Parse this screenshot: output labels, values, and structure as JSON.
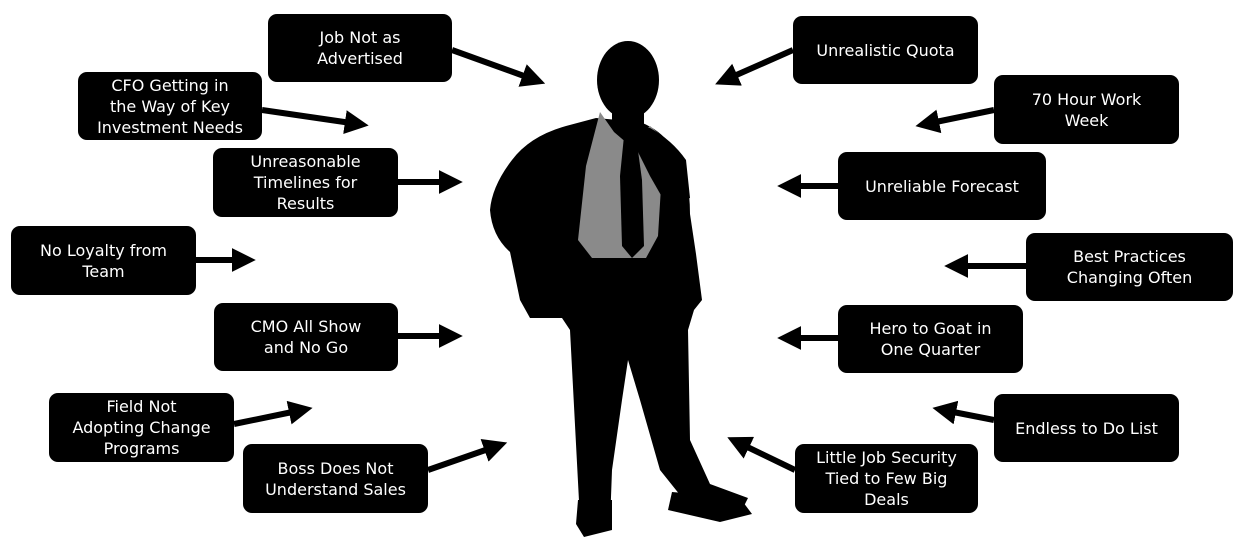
{
  "stressors_left": [
    {
      "text": "Job Not as\nAdvertised"
    },
    {
      "text": "CFO Getting in\nthe Way of Key\nInvestment Needs"
    },
    {
      "text": "Unreasonable\nTimelines for\nResults"
    },
    {
      "text": "No Loyalty from\nTeam"
    },
    {
      "text": "CMO All Show\nand No Go"
    },
    {
      "text": "Field Not\nAdopting Change\nPrograms"
    },
    {
      "text": "Boss Does Not\nUnderstand Sales"
    }
  ],
  "stressors_right": [
    {
      "text": "Unrealistic Quota"
    },
    {
      "text": "70 Hour Work\nWeek"
    },
    {
      "text": "Unreliable Forecast"
    },
    {
      "text": "Best Practices\nChanging Often"
    },
    {
      "text": "Hero to Goat in\nOne Quarter"
    },
    {
      "text": "Endless to Do List"
    },
    {
      "text": "Little Job Security\nTied to Few Big\nDeals"
    }
  ],
  "colors": {
    "box": "#000000",
    "text": "#ffffff",
    "shirt": "#8a8a8a",
    "silhouette": "#000000"
  }
}
